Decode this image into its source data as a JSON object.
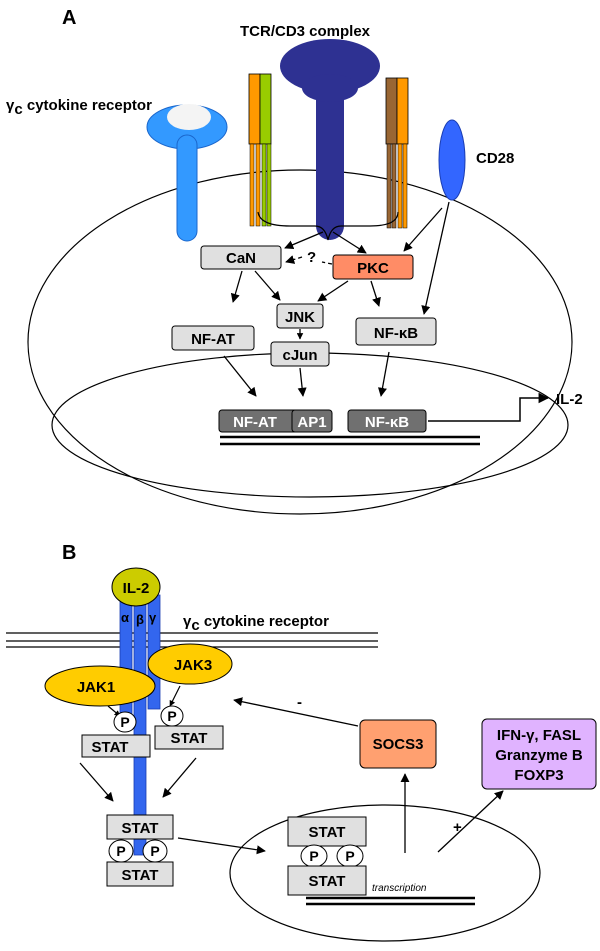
{
  "panel_a": {
    "letter": "A",
    "tcr_label": "TCR/CD3 complex",
    "gamma_receptor_symbol": "γ",
    "gamma_receptor_sub": "c",
    "gamma_receptor_text": " cytokine receptor",
    "cd28_label": "CD28",
    "question": "?",
    "nodes": {
      "can": "CaN",
      "pkc": "PKC",
      "jnk": "JNK",
      "cjun": "cJun",
      "nfat": "NF-AT",
      "nfkb": "NF-κB"
    },
    "promoter": {
      "nfat": "NF-AT",
      "ap1": "AP1",
      "nfkb": "NF-κB"
    },
    "output_label": "IL-2"
  },
  "panel_b": {
    "letter": "B",
    "il2": "IL-2",
    "alpha": "α",
    "beta": "β",
    "gamma": "γ",
    "gamma_receptor_symbol": "γ",
    "gamma_receptor_sub": "c",
    "gamma_receptor_text": " cytokine receptor",
    "jak1": "JAK1",
    "jak3": "JAK3",
    "p": "P",
    "stat": "STAT",
    "socs3": "SOCS3",
    "minus": "-",
    "plus": "+",
    "transcription": "transcription",
    "targets": [
      "IFN-γ, FASL",
      "Granzyme B",
      "FOXP3"
    ]
  },
  "colors": {
    "tcr_navy": "#2e3192",
    "receptor_light_blue": "#3399ff",
    "cd28_blue": "#3366ff",
    "orange": "#ff9900",
    "green": "#99cc00",
    "brown": "#996633",
    "pkc": "#ff8c66",
    "gray_box": "#e0e0e0",
    "dark_gray_box": "#707070",
    "il2_olive": "#cccc00",
    "jak_yellow": "#ffcc00",
    "receptor_b_blue": "#3366ee",
    "socs3": "#ffa070",
    "targets": "#e0b3ff"
  }
}
